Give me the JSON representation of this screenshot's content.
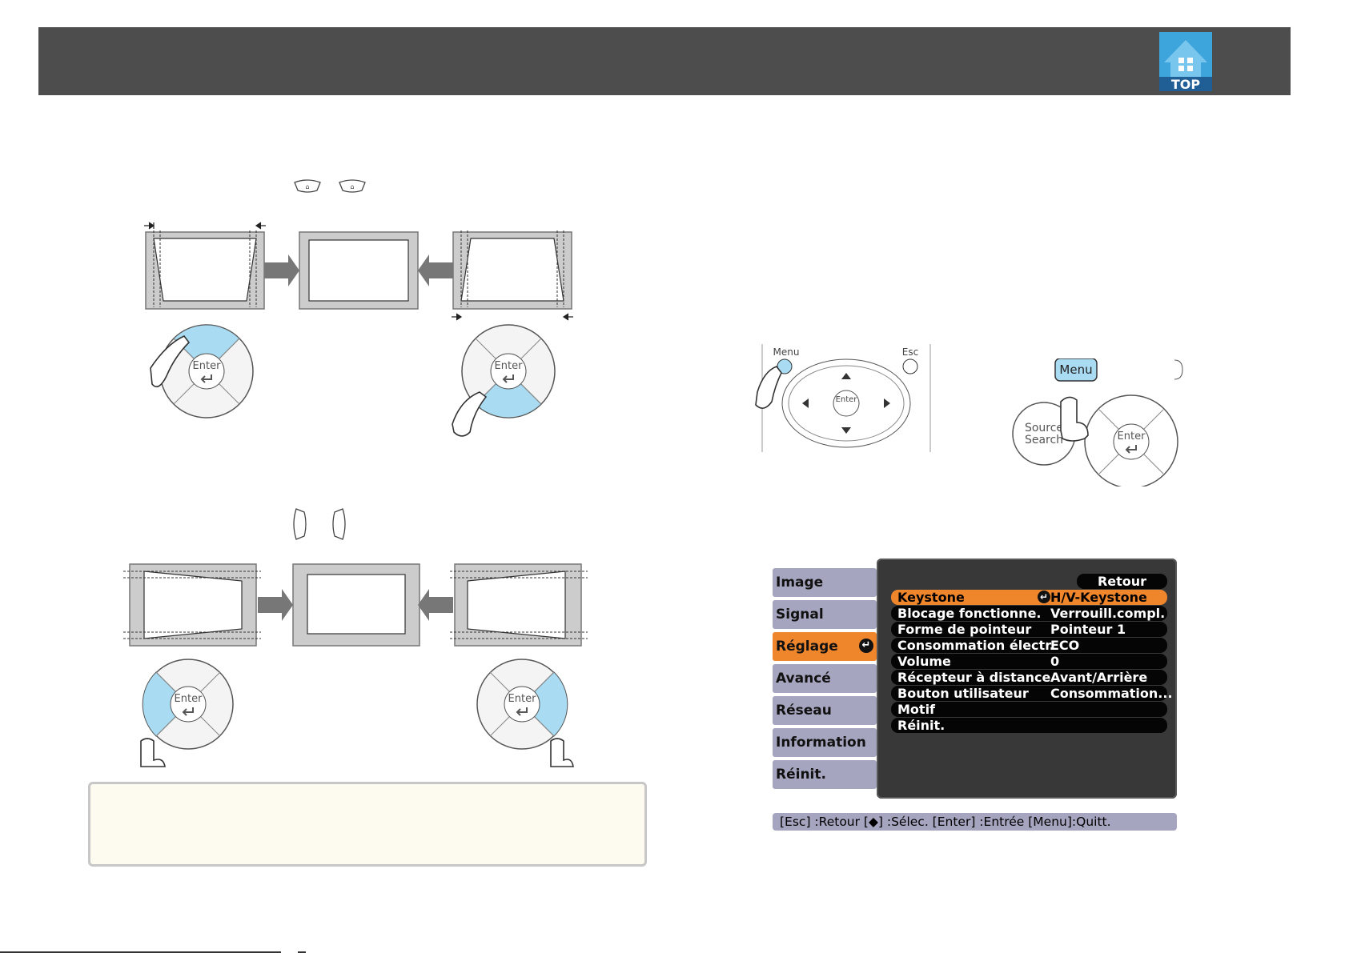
{
  "header": {
    "logo_text": "TOP"
  },
  "keystone_diagrams": {
    "enter_label": "Enter"
  },
  "remote": {
    "menu_label": "Menu",
    "esc_label": "Esc",
    "enter_label": "Enter"
  },
  "control_panel": {
    "menu_label": "Menu",
    "source_search_line1": "Source",
    "source_search_line2": "Search",
    "enter_label": "Enter"
  },
  "osd": {
    "tabs": [
      {
        "label": "Image",
        "active": false
      },
      {
        "label": "Signal",
        "active": false
      },
      {
        "label": "Réglage",
        "active": true
      },
      {
        "label": "Avancé",
        "active": false
      },
      {
        "label": "Réseau",
        "active": false
      },
      {
        "label": "Information",
        "active": false
      },
      {
        "label": "Réinit.",
        "active": false
      }
    ],
    "back_button": "Retour",
    "rows": [
      {
        "label": "Keystone",
        "value": "H/V-Keystone",
        "active": true
      },
      {
        "label": "Blocage fonctionne.",
        "value": "Verrouill.compl.",
        "active": false
      },
      {
        "label": "Forme de pointeur",
        "value": "Pointeur 1",
        "active": false
      },
      {
        "label": "Consommation électr.",
        "value": "ECO",
        "active": false
      },
      {
        "label": "Volume",
        "value": "0",
        "active": false
      },
      {
        "label": "Récepteur à distance",
        "value": "Avant/Arrière",
        "active": false
      },
      {
        "label": "Bouton utilisateur",
        "value": "Consommation...",
        "active": false
      },
      {
        "label": "Motif",
        "value": "",
        "active": false
      },
      {
        "label": "Réinit.",
        "value": "",
        "active": false
      }
    ],
    "status_bar": "[Esc] :Retour  [◆] :Sélec. [Enter] :Entrée   [Menu]:Quitt."
  },
  "colors": {
    "header_bg": "#4d4d4d",
    "highlight_blue": "#a9dcf2",
    "osd_orange": "#f0862c",
    "osd_tab": "#a5a5bf",
    "note_bg": "#fdfbef"
  }
}
